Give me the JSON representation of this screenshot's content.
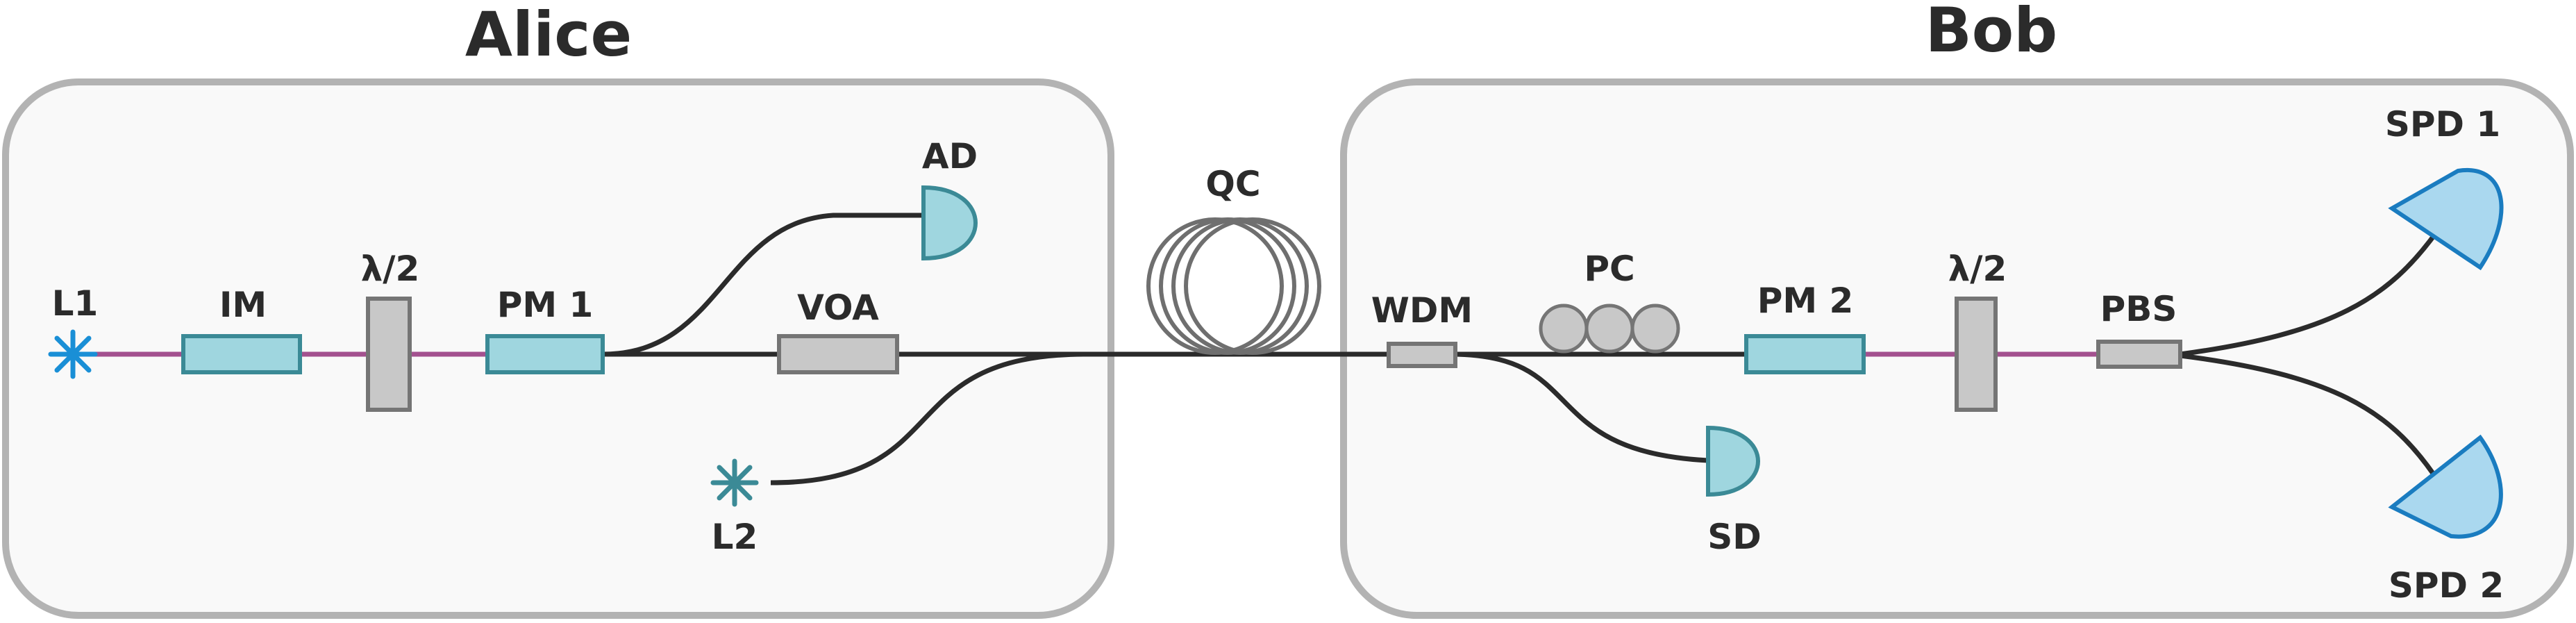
{
  "alice": {
    "title": "Alice",
    "components": {
      "l1": "L1",
      "im": "IM",
      "half_wave": "λ/2",
      "pm1": "PM 1",
      "voa": "VOA",
      "ad": "AD",
      "l2": "L2"
    }
  },
  "channel": {
    "label": "QC"
  },
  "bob": {
    "title": "Bob",
    "components": {
      "wdm": "WDM",
      "pc": "PC",
      "pm2": "PM 2",
      "half_wave": "λ/2",
      "pbs": "PBS",
      "sd": "SD",
      "spd1": "SPD 1",
      "spd2": "SPD 2"
    }
  },
  "colors": {
    "fiber": "#2b2b2b",
    "pm_fiber": "#a3518f",
    "modulator": "#9fd6df",
    "passive": "#c8c8c8",
    "spd": "#aad8ef",
    "laser_l1": "#1a8fd6",
    "laser_l2": "#3b8a96",
    "panel_border": "#b3b3b3"
  },
  "icons": {
    "laser": "starburst-icon",
    "detector": "half-dome-icon",
    "fiber_spool": "coil-icon",
    "polarization_controller": "three-paddle-icon"
  }
}
